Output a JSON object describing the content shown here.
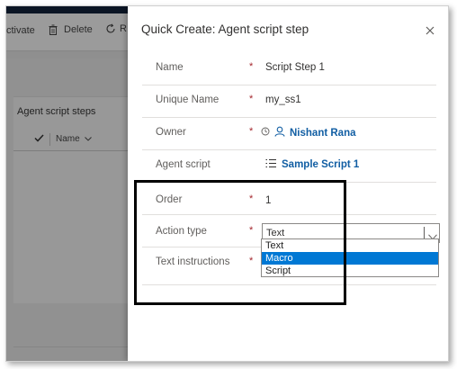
{
  "background_app": {
    "command_bar": {
      "deactivate_label": "ctivate",
      "delete_label": "Delete",
      "refresh_label": "R"
    },
    "list": {
      "title": "Agent script steps",
      "column_name": "Name"
    }
  },
  "quick_create": {
    "title": "Quick Create: Agent script step",
    "required_marker": "*",
    "fields": {
      "name": {
        "label": "Name",
        "value": "Script Step 1"
      },
      "unique_name": {
        "label": "Unique Name",
        "value": "my_ss1"
      },
      "owner": {
        "label": "Owner",
        "value": "Nishant Rana"
      },
      "agent_script": {
        "label": "Agent script",
        "value": "Sample Script 1"
      },
      "order": {
        "label": "Order",
        "value": "1"
      },
      "action_type": {
        "label": "Action type",
        "value": "Text"
      },
      "text_instructions": {
        "label": "Text instructions"
      }
    },
    "action_type_options": [
      {
        "label": "Text",
        "selected": false
      },
      {
        "label": "Macro",
        "selected": true
      },
      {
        "label": "Script",
        "selected": false
      }
    ]
  },
  "colors": {
    "accent": "#0078d4",
    "link": "#115ea3",
    "required": "#a4262c",
    "overlay": "#8f8f8f"
  }
}
